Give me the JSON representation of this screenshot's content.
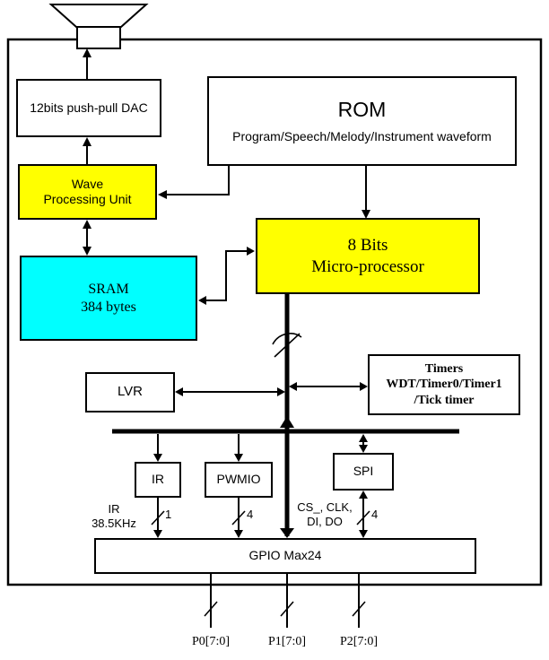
{
  "diagram": {
    "blocks": {
      "dac": {
        "label": "12bits push-pull DAC"
      },
      "rom": {
        "title": "ROM",
        "subtitle": "Program/Speech/Melody/Instrument waveform"
      },
      "wpu": {
        "line1": "Wave",
        "line2": "Processing Unit"
      },
      "sram": {
        "line1": "SRAM",
        "line2": "384 bytes"
      },
      "mcu": {
        "line1": "8 Bits",
        "line2": "Micro-processor"
      },
      "lvr": {
        "label": "LVR"
      },
      "timers": {
        "line1": "Timers",
        "line2": "WDT/Timer0/Timer1",
        "line3": "/Tick timer"
      },
      "ir": {
        "label": "IR"
      },
      "pwmio": {
        "label": "PWMIO"
      },
      "spi": {
        "label": "SPI"
      },
      "gpio": {
        "label": "GPIO Max24"
      }
    },
    "annotations": {
      "ir_signal_line1": "IR",
      "ir_signal_line2": "38.5KHz",
      "ir_bus_width": "1",
      "pwmio_bus_width": "4",
      "spi_signals_line1": "CS_, CLK,",
      "spi_signals_line2": "DI, DO",
      "spi_bus_width": "4",
      "port0": "P0[7:0]",
      "port1": "P1[7:0]",
      "port2": "P2[7:0]"
    },
    "colors": {
      "highlight_yellow": "#ffff00",
      "highlight_cyan": "#00ffff",
      "box_white": "#ffffff",
      "line_black": "#000000"
    }
  }
}
